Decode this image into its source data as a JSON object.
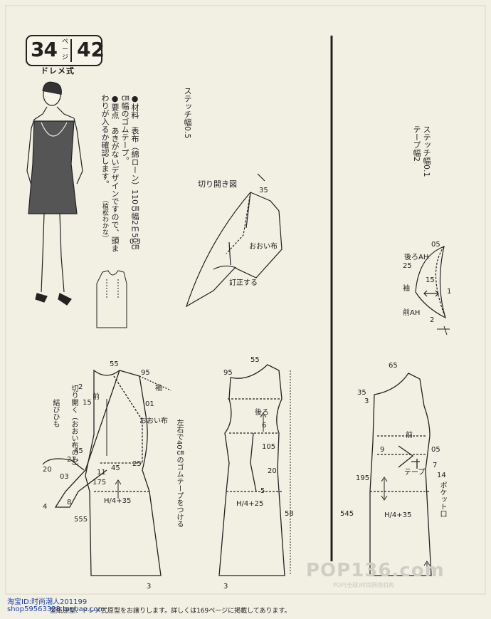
{
  "header": {
    "page_num": "34",
    "page_kana": "ページ",
    "pattern_num": "42",
    "style": "ドレメ式"
  },
  "materials": {
    "line1": "●材料　表布（綿ローン）110㎝幅2ｍ50㎝",
    "line2": "㎝幅のゴムテープ。",
    "width_note": "0.3",
    "line3": "●要点　あきがないデザインですので、頭ま",
    "line4": "わりが入るか確認します。",
    "credit": "（植松わかな）"
  },
  "labels": {
    "stitch_05": "ステッチ幅0.5",
    "stitch_01": "ステッチ幅0.1",
    "tape_2": "テープ幅2",
    "cut_open": "切り開き図",
    "oooi_cloth": "おおい布",
    "correct": "訂正する",
    "back_ah": "後ろAH",
    "front_ah": "前AH",
    "sleeve": "袖",
    "front": "前",
    "back": "後ろ",
    "cut_open_side": "切り開く（おおい布のみ）",
    "tie_string": "結びひも",
    "elastic": "左右で40㎝のゴムテープをつける",
    "tape": "テープ",
    "pocket": "ポケット口",
    "h_formula": "H/4+35",
    "h_formula_back": "H/4+25",
    "h_formula_right": "H/4+35"
  },
  "dims": {
    "n35": "35",
    "n55a": "55",
    "n55b": "55",
    "n65": "65",
    "n95a": "95",
    "n95b": "95",
    "n2a": "2",
    "n2b": "2",
    "n15": "15",
    "n1": "1",
    "n01": "01",
    "n4": "4",
    "n45a": "45",
    "n45b": "45",
    "n21": "21",
    "n20a": "20",
    "n20b": "20",
    "n03": "03",
    "n11": "11",
    "n175": "175",
    "n25a": "25",
    "n25b": "25",
    "n8": "8",
    "n555": "555",
    "n3a": "3",
    "n3b": "3",
    "n6": "6",
    "n105": "105",
    "n5": "5",
    "n58": "58",
    "n9": "9",
    "n05": "05",
    "n7": "7",
    "n195": "195",
    "n14": "14",
    "n545": "545",
    "n05b": "05",
    "n15s": "15",
    "n35r": "35",
    "n3r": "3"
  },
  "footer": {
    "watermark1": "淘宝ID:时尚潮人201199",
    "watermark2": "shop59563328.taobao.com",
    "note": "型紙原型、ドレメ式原型をお譲りします。詳しくは169ページに掲載してあります。",
    "logo": "POP136.com",
    "logo_sub": "POP(全球)时尚网络机构"
  }
}
